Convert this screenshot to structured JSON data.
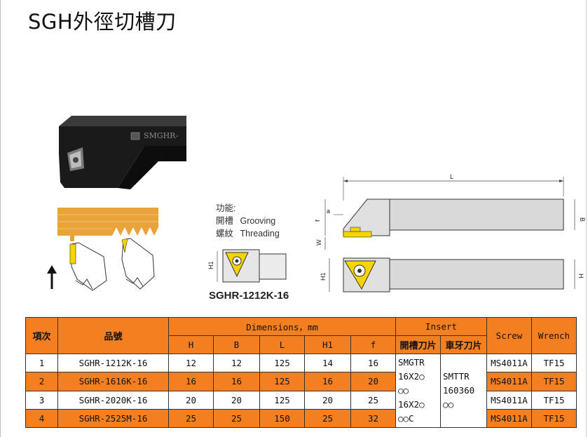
{
  "page_title": "SGH外徑切槽刀",
  "photo_label": "SMGHR-",
  "function": {
    "heading": "功能:",
    "items": [
      {
        "zh": "開槽",
        "en": "Grooving"
      },
      {
        "zh": "螺紋",
        "en": "Threading"
      }
    ]
  },
  "model_caption": "SGHR-1212K-16",
  "dimension_labels": {
    "L": "L",
    "B": "B",
    "H": "H",
    "H1": "H1",
    "f": "f",
    "a": "a",
    "W": "W"
  },
  "colors": {
    "header_orange": "#f47f20",
    "insert_yellow": "#f5d400",
    "body_gray": "#d9d9d9"
  },
  "table": {
    "col_item": "項次",
    "col_part": "品號",
    "dimensions_label": "Dimensions，mm",
    "dim_cols": [
      "H",
      "B",
      "L",
      "H1",
      "f"
    ],
    "insert_label": "Insert",
    "insert_cols": [
      "開槽刀片",
      "車牙刀片"
    ],
    "col_screw": "Screw",
    "col_wrench": "Wrench",
    "rows": [
      {
        "no": "1",
        "part": "SGHR-1212K-16",
        "H": "12",
        "B": "12",
        "L": "125",
        "H1": "14",
        "f": "16",
        "screw": "MS4011A",
        "wrench": "TF15"
      },
      {
        "no": "2",
        "part": "SGHR-1616K-16",
        "H": "16",
        "B": "16",
        "L": "125",
        "H1": "16",
        "f": "20",
        "screw": "MS4011A",
        "wrench": "TF15"
      },
      {
        "no": "3",
        "part": "SGHR-2020K-16",
        "H": "20",
        "B": "20",
        "L": "125",
        "H1": "20",
        "f": "25",
        "screw": "MS4011A",
        "wrench": "TF15"
      },
      {
        "no": "4",
        "part": "SGHR-2525M-16",
        "H": "25",
        "B": "25",
        "L": "150",
        "H1": "25",
        "f": "32",
        "screw": "MS4011A",
        "wrench": "TF15"
      }
    ],
    "grooving_insert": [
      "SMGTR",
      "16X2○",
      "○○",
      "16X2○",
      "○○C"
    ],
    "threading_insert": [
      "SMTTR",
      "160360",
      "○○"
    ]
  }
}
